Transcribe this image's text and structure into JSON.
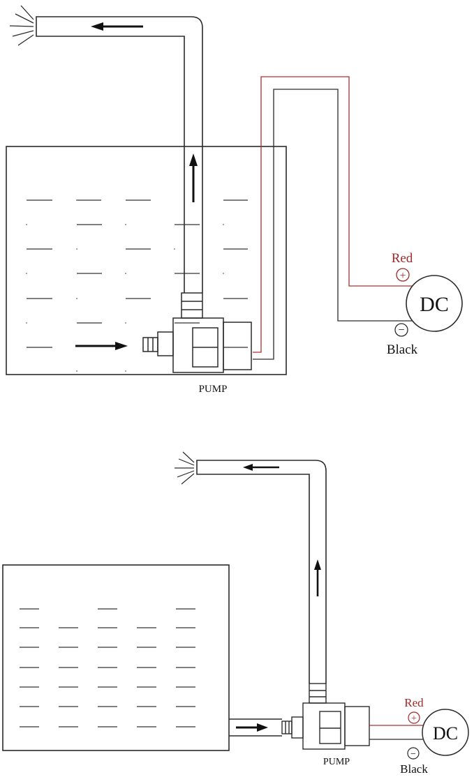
{
  "diagram_top": {
    "pump_label": "PUMP",
    "power_source_label": "DC",
    "positive_label": "Red",
    "positive_symbol": "+",
    "negative_label": "Black",
    "negative_symbol": "−"
  },
  "diagram_bottom": {
    "pump_label": "PUMP",
    "power_source_label": "DC",
    "positive_label": "Red",
    "positive_symbol": "+",
    "negative_label": "Black",
    "negative_symbol": "−"
  },
  "colors": {
    "line": "#2a2a2a",
    "red_wire": "#b03030",
    "red_text": "#a02828",
    "water_dash": "#555555"
  }
}
